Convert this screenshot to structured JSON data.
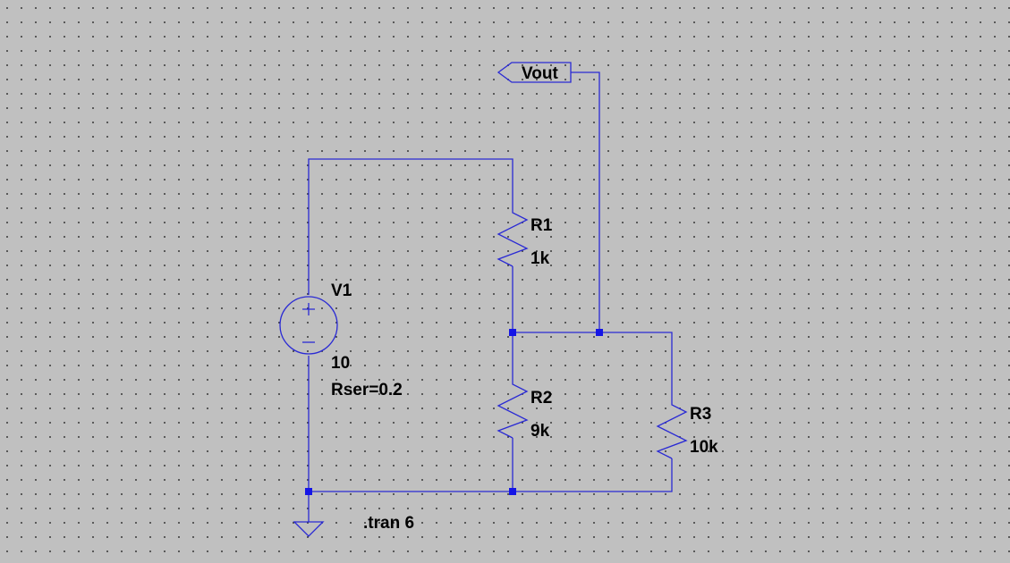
{
  "schematic": {
    "net_label": "Vout",
    "source": {
      "name": "V1",
      "value": "10",
      "param": "Rser=0.2"
    },
    "resistors": [
      {
        "name": "R1",
        "value": "1k"
      },
      {
        "name": "R2",
        "value": "9k"
      },
      {
        "name": "R3",
        "value": "10k"
      }
    ],
    "directive": ".tran 6",
    "colors": {
      "background": "#c0c0c0",
      "wire": "#2a2ad4",
      "junction": "#1515e6",
      "text": "#000000"
    }
  }
}
